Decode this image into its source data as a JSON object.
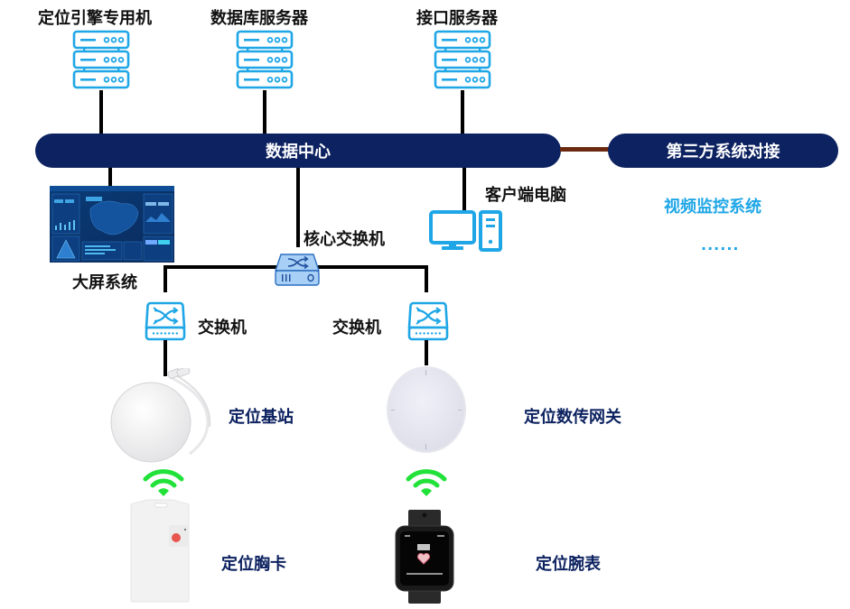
{
  "servers": [
    {
      "label": "定位引擎专用机",
      "icon": "server-rack-icon"
    },
    {
      "label": "数据库服务器",
      "icon": "server-rack-icon"
    },
    {
      "label": "接口服务器",
      "icon": "server-rack-icon"
    }
  ],
  "data_center": {
    "label": "数据中心"
  },
  "third_party": {
    "label": "第三方系统对接",
    "items": [
      "视频监控系统",
      "......"
    ]
  },
  "client_pc": {
    "label": "客户端电脑",
    "icon": "desktop-computer-icon"
  },
  "big_screen": {
    "label": "大屏系统"
  },
  "core_switch": {
    "label": "核心交换机",
    "icon": "core-switch-icon"
  },
  "switches": [
    {
      "label": "交换机",
      "icon": "switch-icon"
    },
    {
      "label": "交换机",
      "icon": "switch-icon"
    }
  ],
  "devices": {
    "base_station": {
      "label": "定位基站"
    },
    "gateway": {
      "label": "定位数传网关"
    },
    "badge": {
      "label": "定位胸卡"
    },
    "watch": {
      "label": "定位腕表"
    }
  },
  "colors": {
    "navy": "#0d2260",
    "icon_blue": "#1ea6e6",
    "wifi_green": "#22e23a",
    "link_brown": "#6b2a10"
  }
}
